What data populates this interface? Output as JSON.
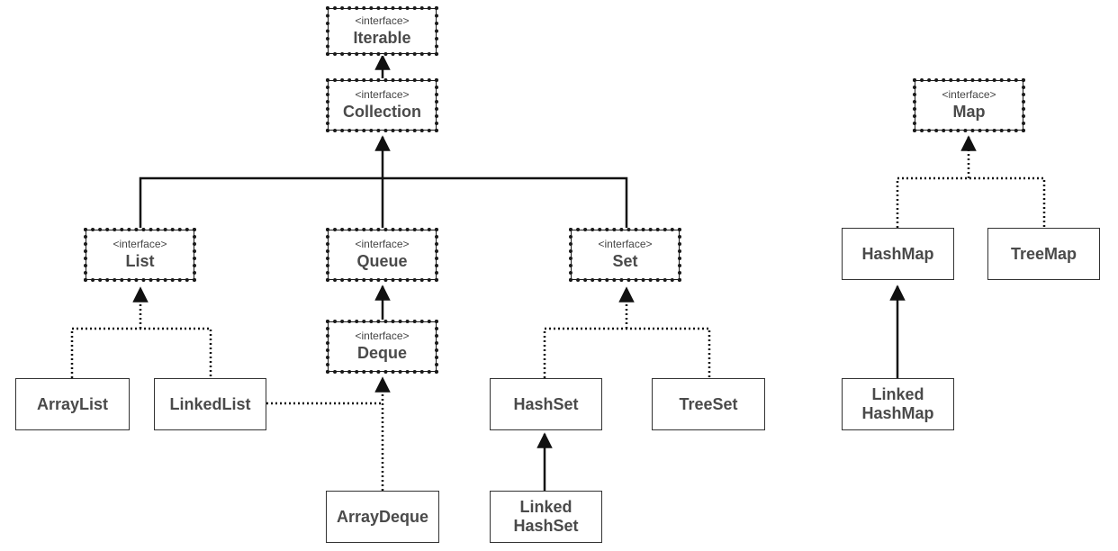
{
  "stereotype": "<interface>",
  "nodes": {
    "iterable": {
      "name": "Iterable",
      "kind": "interface"
    },
    "collection": {
      "name": "Collection",
      "kind": "interface"
    },
    "list": {
      "name": "List",
      "kind": "interface"
    },
    "queue": {
      "name": "Queue",
      "kind": "interface"
    },
    "set": {
      "name": "Set",
      "kind": "interface"
    },
    "deque": {
      "name": "Deque",
      "kind": "interface"
    },
    "map": {
      "name": "Map",
      "kind": "interface"
    },
    "arraylist": {
      "name": "ArrayList",
      "kind": "class"
    },
    "linkedlist": {
      "name": "LinkedList",
      "kind": "class"
    },
    "arraydeque": {
      "name": "ArrayDeque",
      "kind": "class"
    },
    "hashset": {
      "name": "HashSet",
      "kind": "class"
    },
    "treeset": {
      "name": "TreeSet",
      "kind": "class"
    },
    "linkedhashset": {
      "name": "Linked\nHashSet",
      "kind": "class"
    },
    "hashmap": {
      "name": "HashMap",
      "kind": "class"
    },
    "treemap": {
      "name": "TreeMap",
      "kind": "class"
    },
    "linkedhashmap": {
      "name": "Linked\nHashMap",
      "kind": "class"
    }
  },
  "edges": [
    {
      "from": "collection",
      "to": "iterable",
      "style": "solid"
    },
    {
      "from": "list",
      "to": "collection",
      "style": "solid"
    },
    {
      "from": "queue",
      "to": "collection",
      "style": "solid"
    },
    {
      "from": "set",
      "to": "collection",
      "style": "solid"
    },
    {
      "from": "deque",
      "to": "queue",
      "style": "solid"
    },
    {
      "from": "arraylist",
      "to": "list",
      "style": "dotted"
    },
    {
      "from": "linkedlist",
      "to": "list",
      "style": "dotted"
    },
    {
      "from": "linkedlist",
      "to": "deque",
      "style": "dotted"
    },
    {
      "from": "arraydeque",
      "to": "deque",
      "style": "dotted"
    },
    {
      "from": "hashset",
      "to": "set",
      "style": "dotted"
    },
    {
      "from": "treeset",
      "to": "set",
      "style": "dotted"
    },
    {
      "from": "linkedhashset",
      "to": "hashset",
      "style": "solid"
    },
    {
      "from": "hashmap",
      "to": "map",
      "style": "dotted"
    },
    {
      "from": "treemap",
      "to": "map",
      "style": "dotted"
    },
    {
      "from": "linkedhashmap",
      "to": "hashmap",
      "style": "solid"
    }
  ]
}
